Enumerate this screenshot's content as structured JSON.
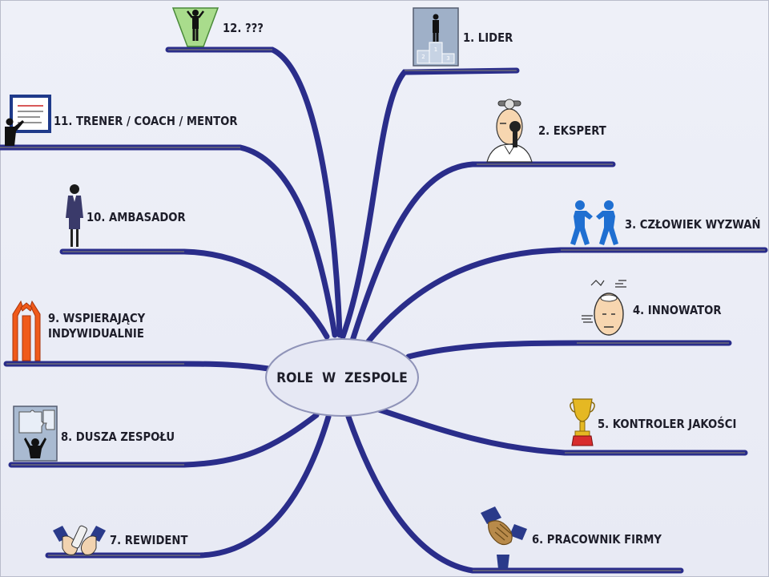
{
  "center": {
    "title": "ROLE  W  ZESPOLE"
  },
  "roles": [
    {
      "id": "lider",
      "label": "1. LIDER",
      "icon": "podium-icon"
    },
    {
      "id": "ekspert",
      "label": "2. EKSPERT",
      "icon": "doctor-magnifier-icon"
    },
    {
      "id": "czlowiek",
      "label": "3. CZŁOWIEK WYZWAŃ",
      "icon": "fighting-figures-icon"
    },
    {
      "id": "innowator",
      "label": "4. INNOWATOR",
      "icon": "thinking-head-icon"
    },
    {
      "id": "kontroler",
      "label": "5. KONTROLER JAKOŚCI",
      "icon": "trophy-icon"
    },
    {
      "id": "pracownik",
      "label": "6. PRACOWNIK FIRMY",
      "icon": "handshake-icon"
    },
    {
      "id": "rewident",
      "label": "7. REWIDENT",
      "icon": "handshake-document-icon"
    },
    {
      "id": "dusza",
      "label": "8. DUSZA ZESPOŁU",
      "icon": "puzzle-person-icon"
    },
    {
      "id": "wspierajacy",
      "label": "9. WSPIERAJĄCY\nINDYWIDUALNIE",
      "icon": "support-pillars-icon"
    },
    {
      "id": "ambasador",
      "label": "10. AMBASADOR",
      "icon": "businesswoman-icon"
    },
    {
      "id": "trener",
      "label": "11. TRENER / COACH / MENTOR",
      "icon": "presenter-board-icon"
    },
    {
      "id": "unknown",
      "label": "12. ???",
      "icon": "funnel-figure-icon"
    }
  ],
  "colors": {
    "branch": "#2a2d8a",
    "ellipse_fill": "#e6e8f4",
    "ellipse_stroke": "#8f93b8",
    "background": "#eceef6"
  }
}
